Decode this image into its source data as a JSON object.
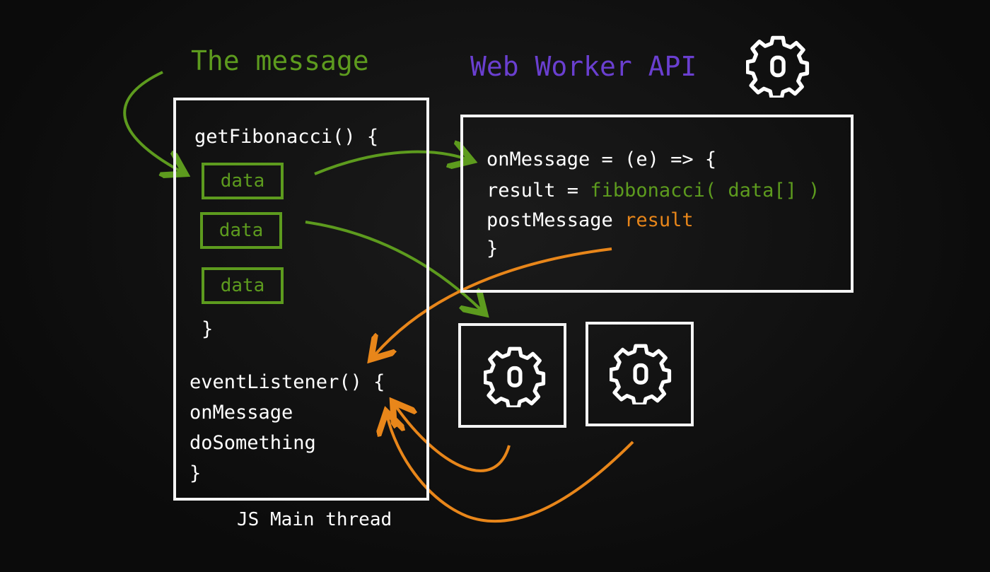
{
  "titles": {
    "message": "The message",
    "worker_api": "Web Worker API"
  },
  "main_thread": {
    "label": "JS Main thread",
    "fn_header": "getFibonacci() {",
    "data_items": [
      "data",
      "data",
      "data"
    ],
    "fn_close": "}",
    "listener_lines": [
      "eventListener() {",
      "onMessage",
      "doSomething",
      "}"
    ]
  },
  "worker": {
    "line1": "onMessage = (e) => {",
    "line2_prefix": "result = ",
    "line2_call": "fibbonacci( data[] )",
    "line3_prefix": "postMessage ",
    "line3_result": "result",
    "line4": "}"
  },
  "icons": [
    "gear-icon",
    "gear-icon",
    "gear-icon"
  ],
  "colors": {
    "green": "#5d9b1e",
    "purple": "#6a3fd0",
    "orange": "#e8861a",
    "white": "#ffffff"
  }
}
